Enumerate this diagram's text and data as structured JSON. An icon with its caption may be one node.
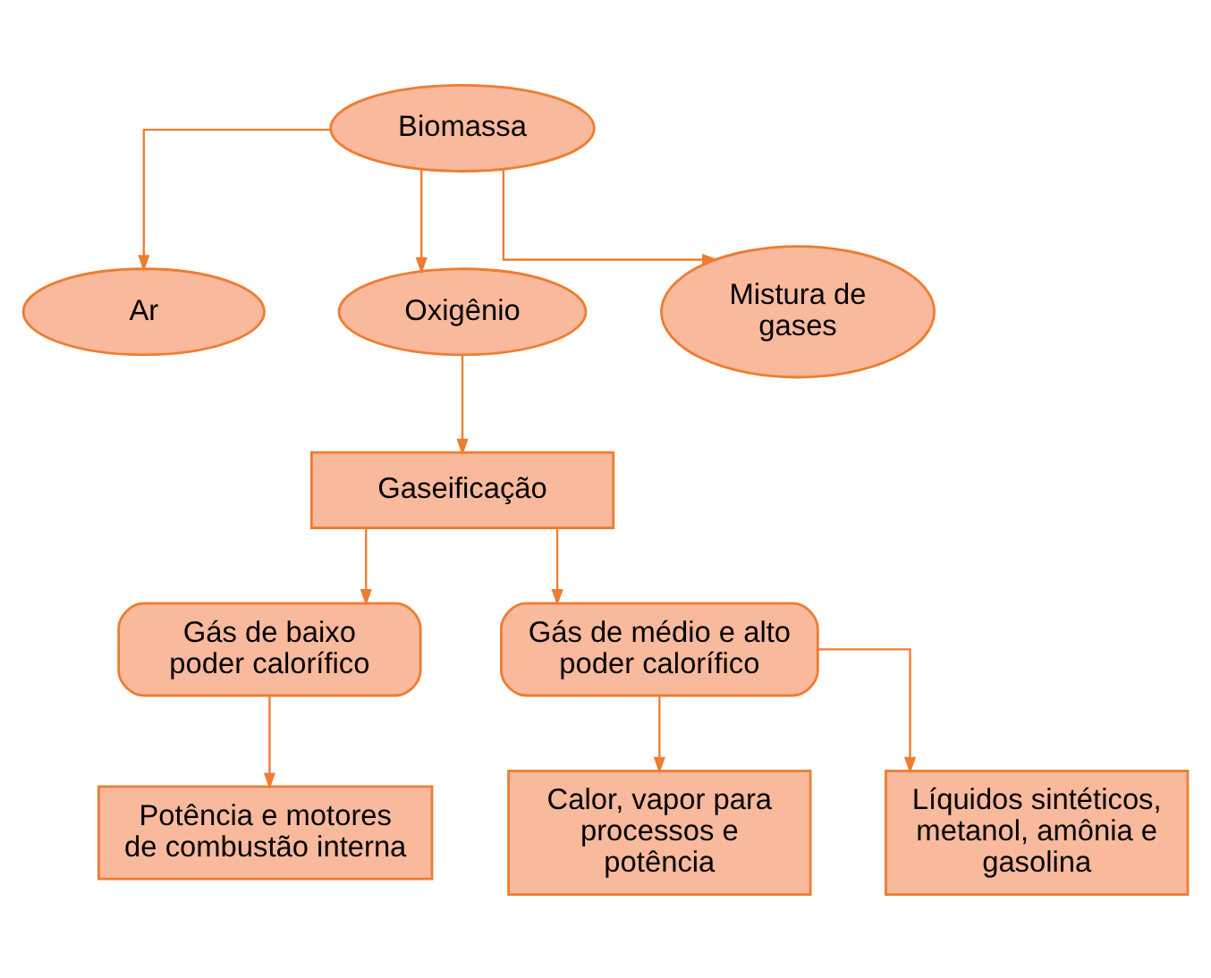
{
  "diagram": {
    "nodes": [
      {
        "text": [
          "Biomassa"
        ]
      },
      {
        "text": [
          "Ar"
        ]
      },
      {
        "text": [
          "Oxigênio"
        ]
      },
      {
        "text": [
          "Mistura de gases"
        ]
      },
      {
        "text": [
          "Gaseificação"
        ]
      },
      {
        "text": [
          "Gás de baixo poder calorífico"
        ]
      },
      {
        "text": [
          "Gás de médio e alto poder calorífico"
        ]
      },
      {
        "text": [
          "Potência e motores de combustão interna"
        ]
      },
      {
        "text": [
          "Calor, vapor para processos e potência"
        ]
      },
      {
        "text": [
          "Líquidos sintéticos, metanol, amônia e gasolina"
        ]
      }
    ],
    "edges": [
      {
        "from": 0,
        "to": 1,
        "arrow": "to"
      },
      {
        "from": 0,
        "to": 2,
        "arrow": "to"
      },
      {
        "from": 0,
        "to": 3,
        "arrow": "to"
      },
      {
        "from": 2,
        "to": 4,
        "arrow": "to"
      },
      {
        "from": 4,
        "to": 5,
        "arrow": "to"
      },
      {
        "from": 4,
        "to": 6,
        "arrow": "to"
      },
      {
        "from": 5,
        "to": 7,
        "arrow": "to"
      },
      {
        "from": 6,
        "to": 8,
        "arrow": "to"
      },
      {
        "from": 6,
        "to": 9,
        "arrow": "to"
      }
    ]
  }
}
